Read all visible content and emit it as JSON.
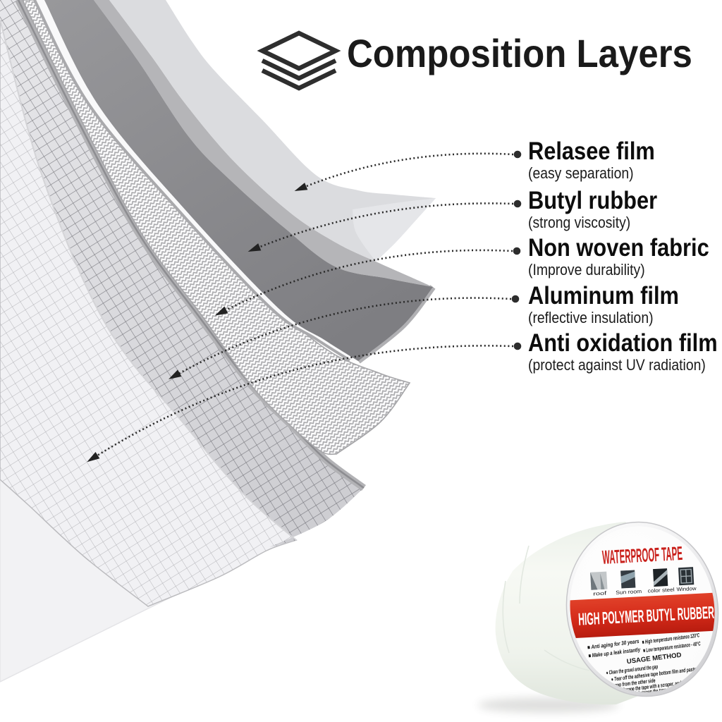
{
  "title": "Composition Layers",
  "layers": [
    {
      "title": "Relasee film",
      "subtitle": "(easy separation)"
    },
    {
      "title": "Butyl rubber",
      "subtitle": "(strong viscosity)"
    },
    {
      "title": "Non woven fabric",
      "subtitle": "(Improve durability)"
    },
    {
      "title": "Aluminum film",
      "subtitle": "(reflective insulation)"
    },
    {
      "title": "Anti oxidation film",
      "subtitle": "(protect against UV radiation)"
    }
  ],
  "product": {
    "brand": "WATERPROOF TAPE",
    "applications": [
      "roof",
      "Sun room",
      "color steel",
      "Window"
    ],
    "band": "HIGH POLYMER BUTYL RUBBER",
    "features": [
      "■ Anti aging for 30 years",
      "■ Make up a leak instantly",
      "■ High temperature resistance 120°C",
      "■ Low temperature resistance - 40°C"
    ],
    "usage_title": "USAGE METHOD",
    "usage_lines": [
      "● Clean the gravel around the gap",
      "● Tear off the adhesive tape bottom film and paste the",
      "gap from the other side",
      "● Scrape the tape with a scraper, and empty",
      "the air between the tape and the ground"
    ]
  },
  "colors": {
    "background": "#ffffff",
    "text": "#141414",
    "red_band": "#d22d1c",
    "red_text": "#c9201b",
    "dark_layer": "#8c8c8f",
    "light_layer": "#dadbde"
  }
}
